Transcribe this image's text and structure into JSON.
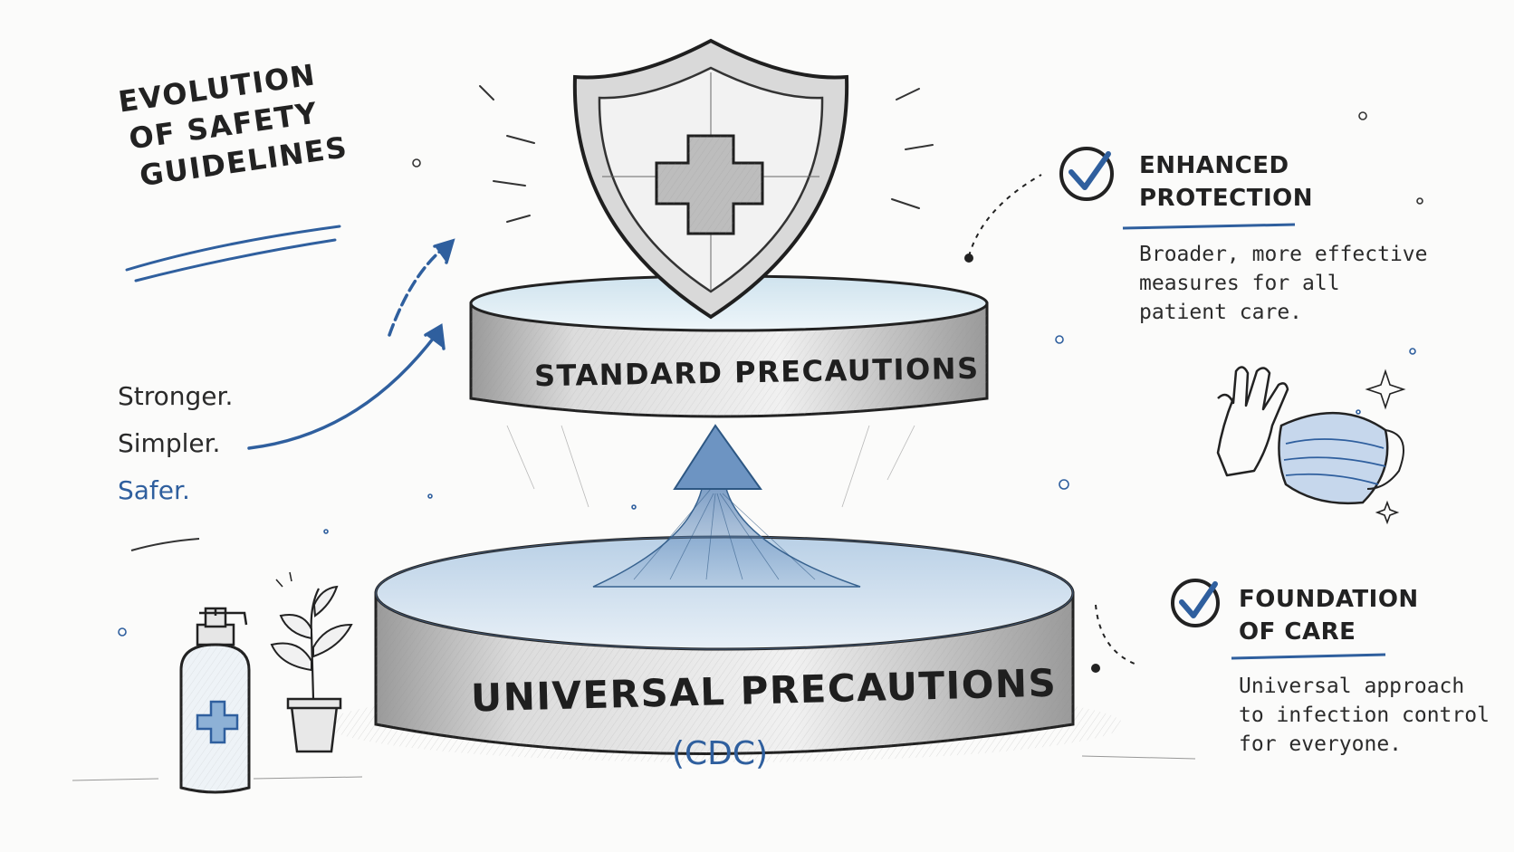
{
  "title": {
    "lines": [
      "EVOLUTION",
      "OF SAFETY",
      "GUIDELINES"
    ]
  },
  "motto": {
    "line1": "Stronger.",
    "line2": "Simpler.",
    "line3": "Safer."
  },
  "top_platform": {
    "label": "STANDARD PRECAUTIONS"
  },
  "bottom_platform": {
    "label": "UNIVERSAL PRECAUTIONS",
    "sublabel": "(CDC)"
  },
  "callout_top": {
    "heading_line1": "ENHANCED",
    "heading_line2": "PROTECTION",
    "body_lines": [
      "Broader, more effective",
      "measures for all",
      "patient care."
    ]
  },
  "callout_bottom": {
    "heading_line1": "FOUNDATION",
    "heading_line2": "OF CARE",
    "body_lines": [
      "Universal approach",
      "to infection control",
      "for everyone."
    ]
  },
  "colors": {
    "accent_blue": "#2f5f9e",
    "ink": "#1d1d1d",
    "platform_fill": "#d9e6f0"
  },
  "icons": {
    "shield": "shield-cross-icon",
    "check": "check-circle-icon",
    "glove": "glove-icon",
    "mask": "face-mask-icon",
    "sanitizer": "hand-sanitizer-icon",
    "plant": "potted-plant-icon"
  }
}
